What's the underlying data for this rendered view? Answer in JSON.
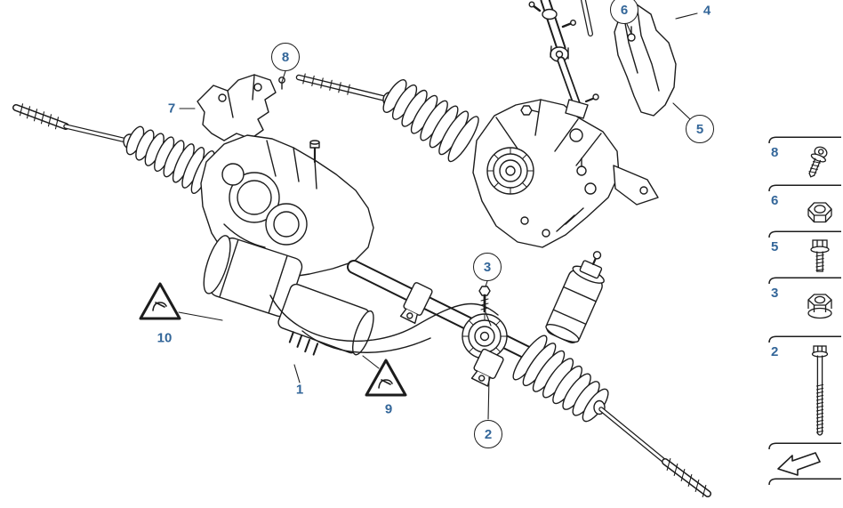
{
  "colors": {
    "background": "#ffffff",
    "line": "#1c1c1c",
    "callout_text": "#336699"
  },
  "callouts": [
    {
      "label": "8",
      "style": "circle"
    },
    {
      "label": "6",
      "style": "circle"
    },
    {
      "label": "4",
      "style": "plain"
    },
    {
      "label": "5",
      "style": "circle"
    },
    {
      "label": "7",
      "style": "plain"
    },
    {
      "label": "3",
      "style": "circle"
    },
    {
      "label": "10",
      "style": "plain"
    },
    {
      "label": "1",
      "style": "plain"
    },
    {
      "label": "9",
      "style": "plain"
    },
    {
      "label": "2",
      "style": "circle"
    }
  ],
  "warning_triangles": [
    {
      "icon": "repair-warning-triangle-icon"
    },
    {
      "icon": "repair-warning-triangle-icon"
    }
  ],
  "legend": {
    "items": [
      {
        "label": "8",
        "icon": "torx-screw-icon"
      },
      {
        "label": "6",
        "icon": "hex-nut-icon"
      },
      {
        "label": "5",
        "icon": "flange-bolt-icon"
      },
      {
        "label": "3",
        "icon": "flange-nut-icon"
      },
      {
        "label": "2",
        "icon": "long-bolt-icon"
      }
    ],
    "footer_icon": "direction-arrow-icon"
  }
}
